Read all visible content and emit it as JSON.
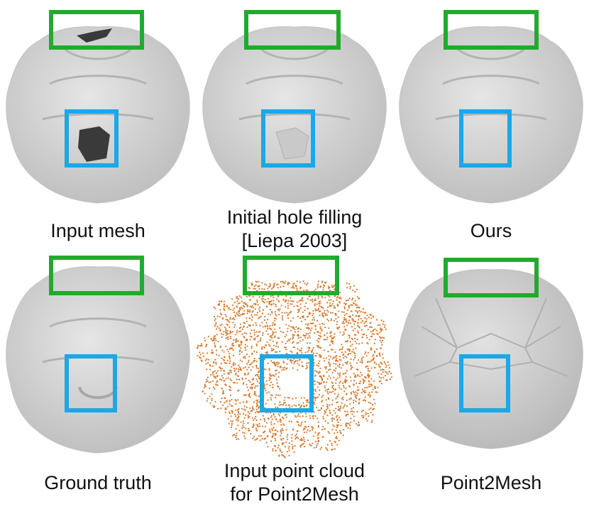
{
  "colors": {
    "mesh_fill": "#d4d4d4",
    "mesh_shadow": "#b9b9b9",
    "hole": "#3a3a3a",
    "point_cloud": "#d8782a",
    "top_box": "#22aa2e",
    "center_box": "#1ba8e6"
  },
  "panels": [
    {
      "id": "input-mesh",
      "style": "mesh-with-holes",
      "caption": [
        "Input mesh"
      ]
    },
    {
      "id": "initial-hole-filling",
      "style": "mesh-filled",
      "caption": [
        "Initial hole filling",
        "[Liepa 2003]"
      ]
    },
    {
      "id": "ours",
      "style": "mesh-smooth",
      "caption": [
        "Ours"
      ]
    },
    {
      "id": "ground-truth",
      "style": "mesh-ground-truth",
      "caption": [
        "Ground truth"
      ]
    },
    {
      "id": "input-point-cloud",
      "style": "point-cloud",
      "caption": [
        "Input point cloud",
        "for Point2Mesh"
      ]
    },
    {
      "id": "point2mesh",
      "style": "mesh-faceted",
      "caption": [
        "Point2Mesh"
      ]
    }
  ]
}
